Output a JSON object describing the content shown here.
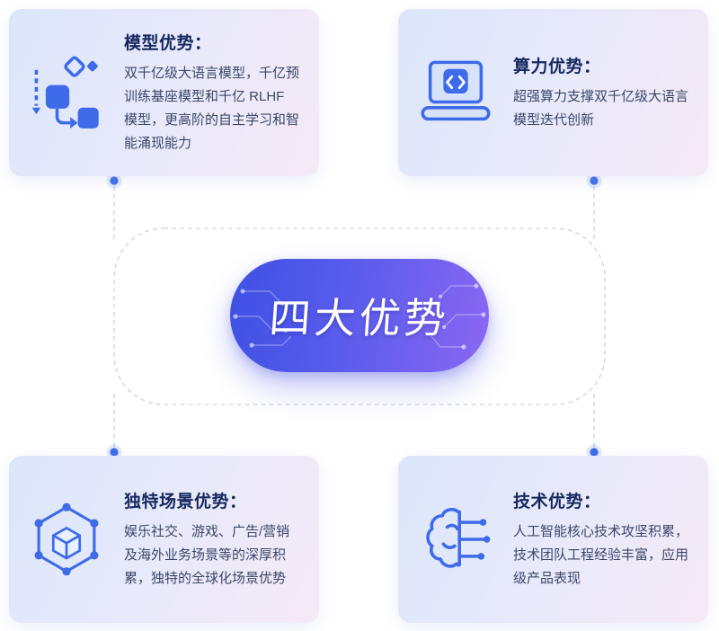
{
  "center": {
    "label": "四大优势"
  },
  "cards": [
    {
      "title": "模型优势：",
      "body": "双千亿级大语言模型，千亿预训练基座模型和千亿 RLHF 模型，更高阶的自主学习和智能涌现能力",
      "icon": "flowchart-icon"
    },
    {
      "title": "算力优势：",
      "body": "超强算力支撑双千亿级大语言模型迭代创新",
      "icon": "laptop-code-icon"
    },
    {
      "title": "独特场景优势：",
      "body": "娱乐社交、游戏、广告/营销及海外业务场景等的深厚积累，独特的全球化场景优势",
      "icon": "cube-network-icon"
    },
    {
      "title": "技术优势：",
      "body": "人工智能核心技术攻坚积累，技术团队工程经验丰富，应用级产品表现",
      "icon": "ai-brain-icon"
    }
  ],
  "colors": {
    "icon_blue": "#3e6be9",
    "title_navy": "#16295f",
    "body_text": "#3a4768",
    "card_gradient_start": "#dce6fb",
    "card_gradient_end": "#f5e9f6",
    "pill_gradient_start": "#3d50e3",
    "pill_gradient_end": "#8a67f2",
    "dash_line": "#cdd3de",
    "dot_blue": "#3e6be9",
    "background": "#ffffff"
  }
}
